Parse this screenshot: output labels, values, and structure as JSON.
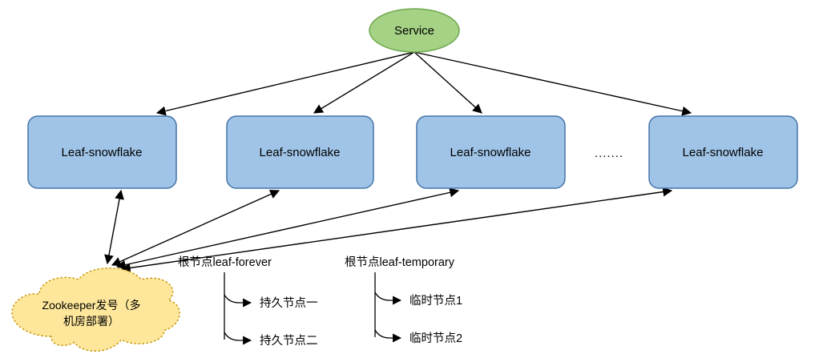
{
  "diagram": {
    "service": {
      "label": "Service"
    },
    "leaf_nodes": [
      {
        "label": "Leaf-snowflake"
      },
      {
        "label": "Leaf-snowflake"
      },
      {
        "label": "Leaf-snowflake"
      },
      {
        "label": "Leaf-snowflake"
      }
    ],
    "ellipsis": ".......",
    "zookeeper": {
      "line1": "Zookeeper发号（多",
      "line2": "机房部署）"
    },
    "forever_tree": {
      "root": "根节点leaf-forever",
      "children": [
        {
          "label": "持久节点一"
        },
        {
          "label": "持久节点二"
        }
      ]
    },
    "temporary_tree": {
      "root": "根节点leaf-temporary",
      "children": [
        {
          "label": "临时节点1"
        },
        {
          "label": "临时节点2"
        }
      ]
    },
    "colors": {
      "service_fill": "#a5d284",
      "service_border": "#6fa84f",
      "box_fill": "#9fc4e7",
      "box_border": "#4675a9",
      "cloud_fill": "#fee79b",
      "cloud_border": "#c99c17",
      "line": "#000000"
    }
  }
}
